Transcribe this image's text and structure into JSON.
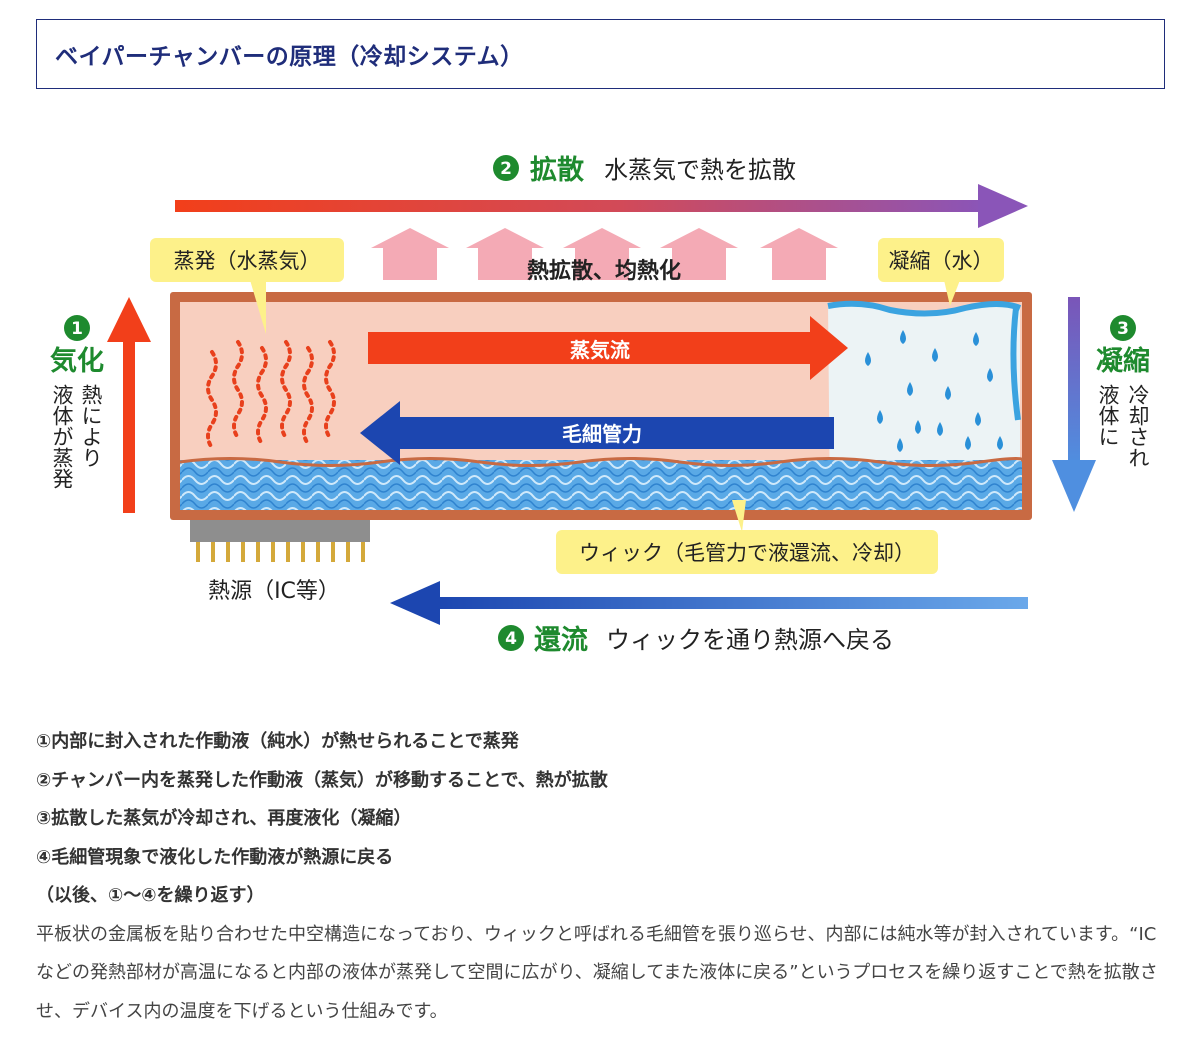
{
  "title": "ベイパーチャンバーの原理（冷却システム）",
  "diagram": {
    "step2": {
      "num": "2",
      "label": "拡散",
      "desc": "水蒸気で熱を拡散"
    },
    "step1": {
      "num": "1",
      "label": "気化",
      "desc_col1": "熱により",
      "desc_col2": "液体が蒸発"
    },
    "step3": {
      "num": "3",
      "label": "凝縮",
      "desc_col1": "冷却され",
      "desc_col2": "液体に"
    },
    "step4": {
      "num": "4",
      "label": "還流",
      "desc": "ウィックを通り熱源へ戻る"
    },
    "callout_evaporation": "蒸発（水蒸気）",
    "callout_condensation": "凝縮（水）",
    "heat_spread_label": "熱拡散、均熱化",
    "vapor_flow_label": "蒸気流",
    "capillary_label": "毛細管力",
    "wick_callout": "ウィック（毛管力で液還流、冷却）",
    "heat_source_label": "熱源（IC等）",
    "colors": {
      "green": "#1e8a2e",
      "hot": "#e8401c",
      "cool": "#1c4fae",
      "chamber_fill": "#f8cfbf",
      "chamber_border": "#c86a43",
      "callout": "#fdf18a",
      "title": "#1f2d7a"
    }
  },
  "steps": [
    "①内部に封入された作動液（純水）が熱せられることで蒸発",
    "②チャンバー内を蒸発した作動液（蒸気）が移動することで、熱が拡散",
    "③拡散した蒸気が冷却され、再度液化（凝縮）",
    "④毛細管現象で液化した作動液が熱源に戻る",
    "（以後、①〜④を繰り返す）"
  ],
  "description": "平板状の金属板を貼り合わせた中空構造になっており、ウィックと呼ばれる毛細管を張り巡らせ、内部には純水等が封入されています。“ICなどの発熱部材が高温になると内部の液体が蒸発して空間に広がり、凝縮してまた液体に戻る”というプロセスを繰り返すことで熱を拡散させ、デバイス内の温度を下げるという仕組みです。"
}
